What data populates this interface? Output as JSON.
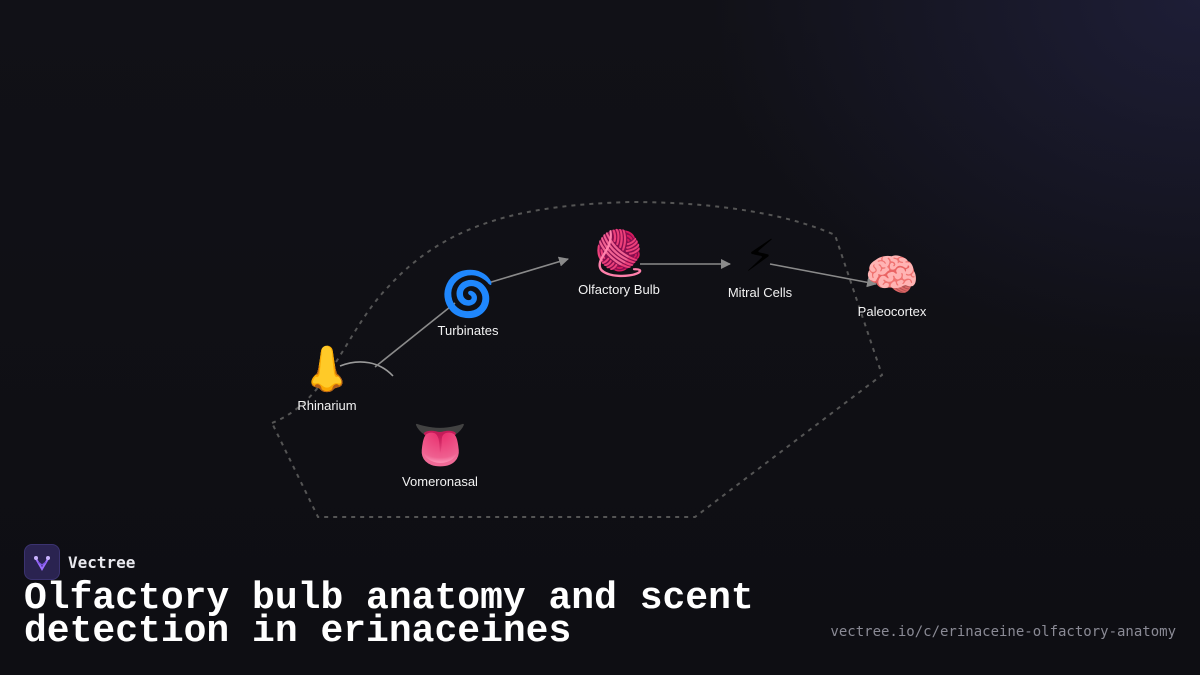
{
  "nodes": {
    "rhinarium": {
      "label": "Rhinarium",
      "icon": "👃",
      "icon_name": "nose-icon"
    },
    "turbinates": {
      "label": "Turbinates",
      "icon": "🌀",
      "icon_name": "cyclone-icon"
    },
    "bulb": {
      "label": "Olfactory Bulb",
      "icon": "🧶",
      "icon_name": "yarn-icon"
    },
    "mitral": {
      "label": "Mitral Cells",
      "icon": "⚡",
      "icon_name": "lightning-icon"
    },
    "cortex": {
      "label": "Paleocortex",
      "icon": "🧠",
      "icon_name": "brain-icon"
    },
    "vomero": {
      "label": "Vomeronasal",
      "icon": "👅",
      "icon_name": "tongue-icon"
    }
  },
  "edges": [
    {
      "from": "Rhinarium",
      "to": "Turbinates"
    },
    {
      "from": "Turbinates",
      "to": "Olfactory Bulb"
    },
    {
      "from": "Olfactory Bulb",
      "to": "Mitral Cells"
    },
    {
      "from": "Mitral Cells",
      "to": "Paleocortex"
    }
  ],
  "brand": {
    "name": "Vectree"
  },
  "title": "Olfactory bulb anatomy and scent detection in erinaceines",
  "url": "vectree.io/c/erinaceine-olfactory-anatomy",
  "colors": {
    "background": "#111117",
    "edge": "#8a8a8a",
    "boundary": "#555555",
    "logo_bg": "#2a2350",
    "logo_accent": "#9b6cff"
  }
}
